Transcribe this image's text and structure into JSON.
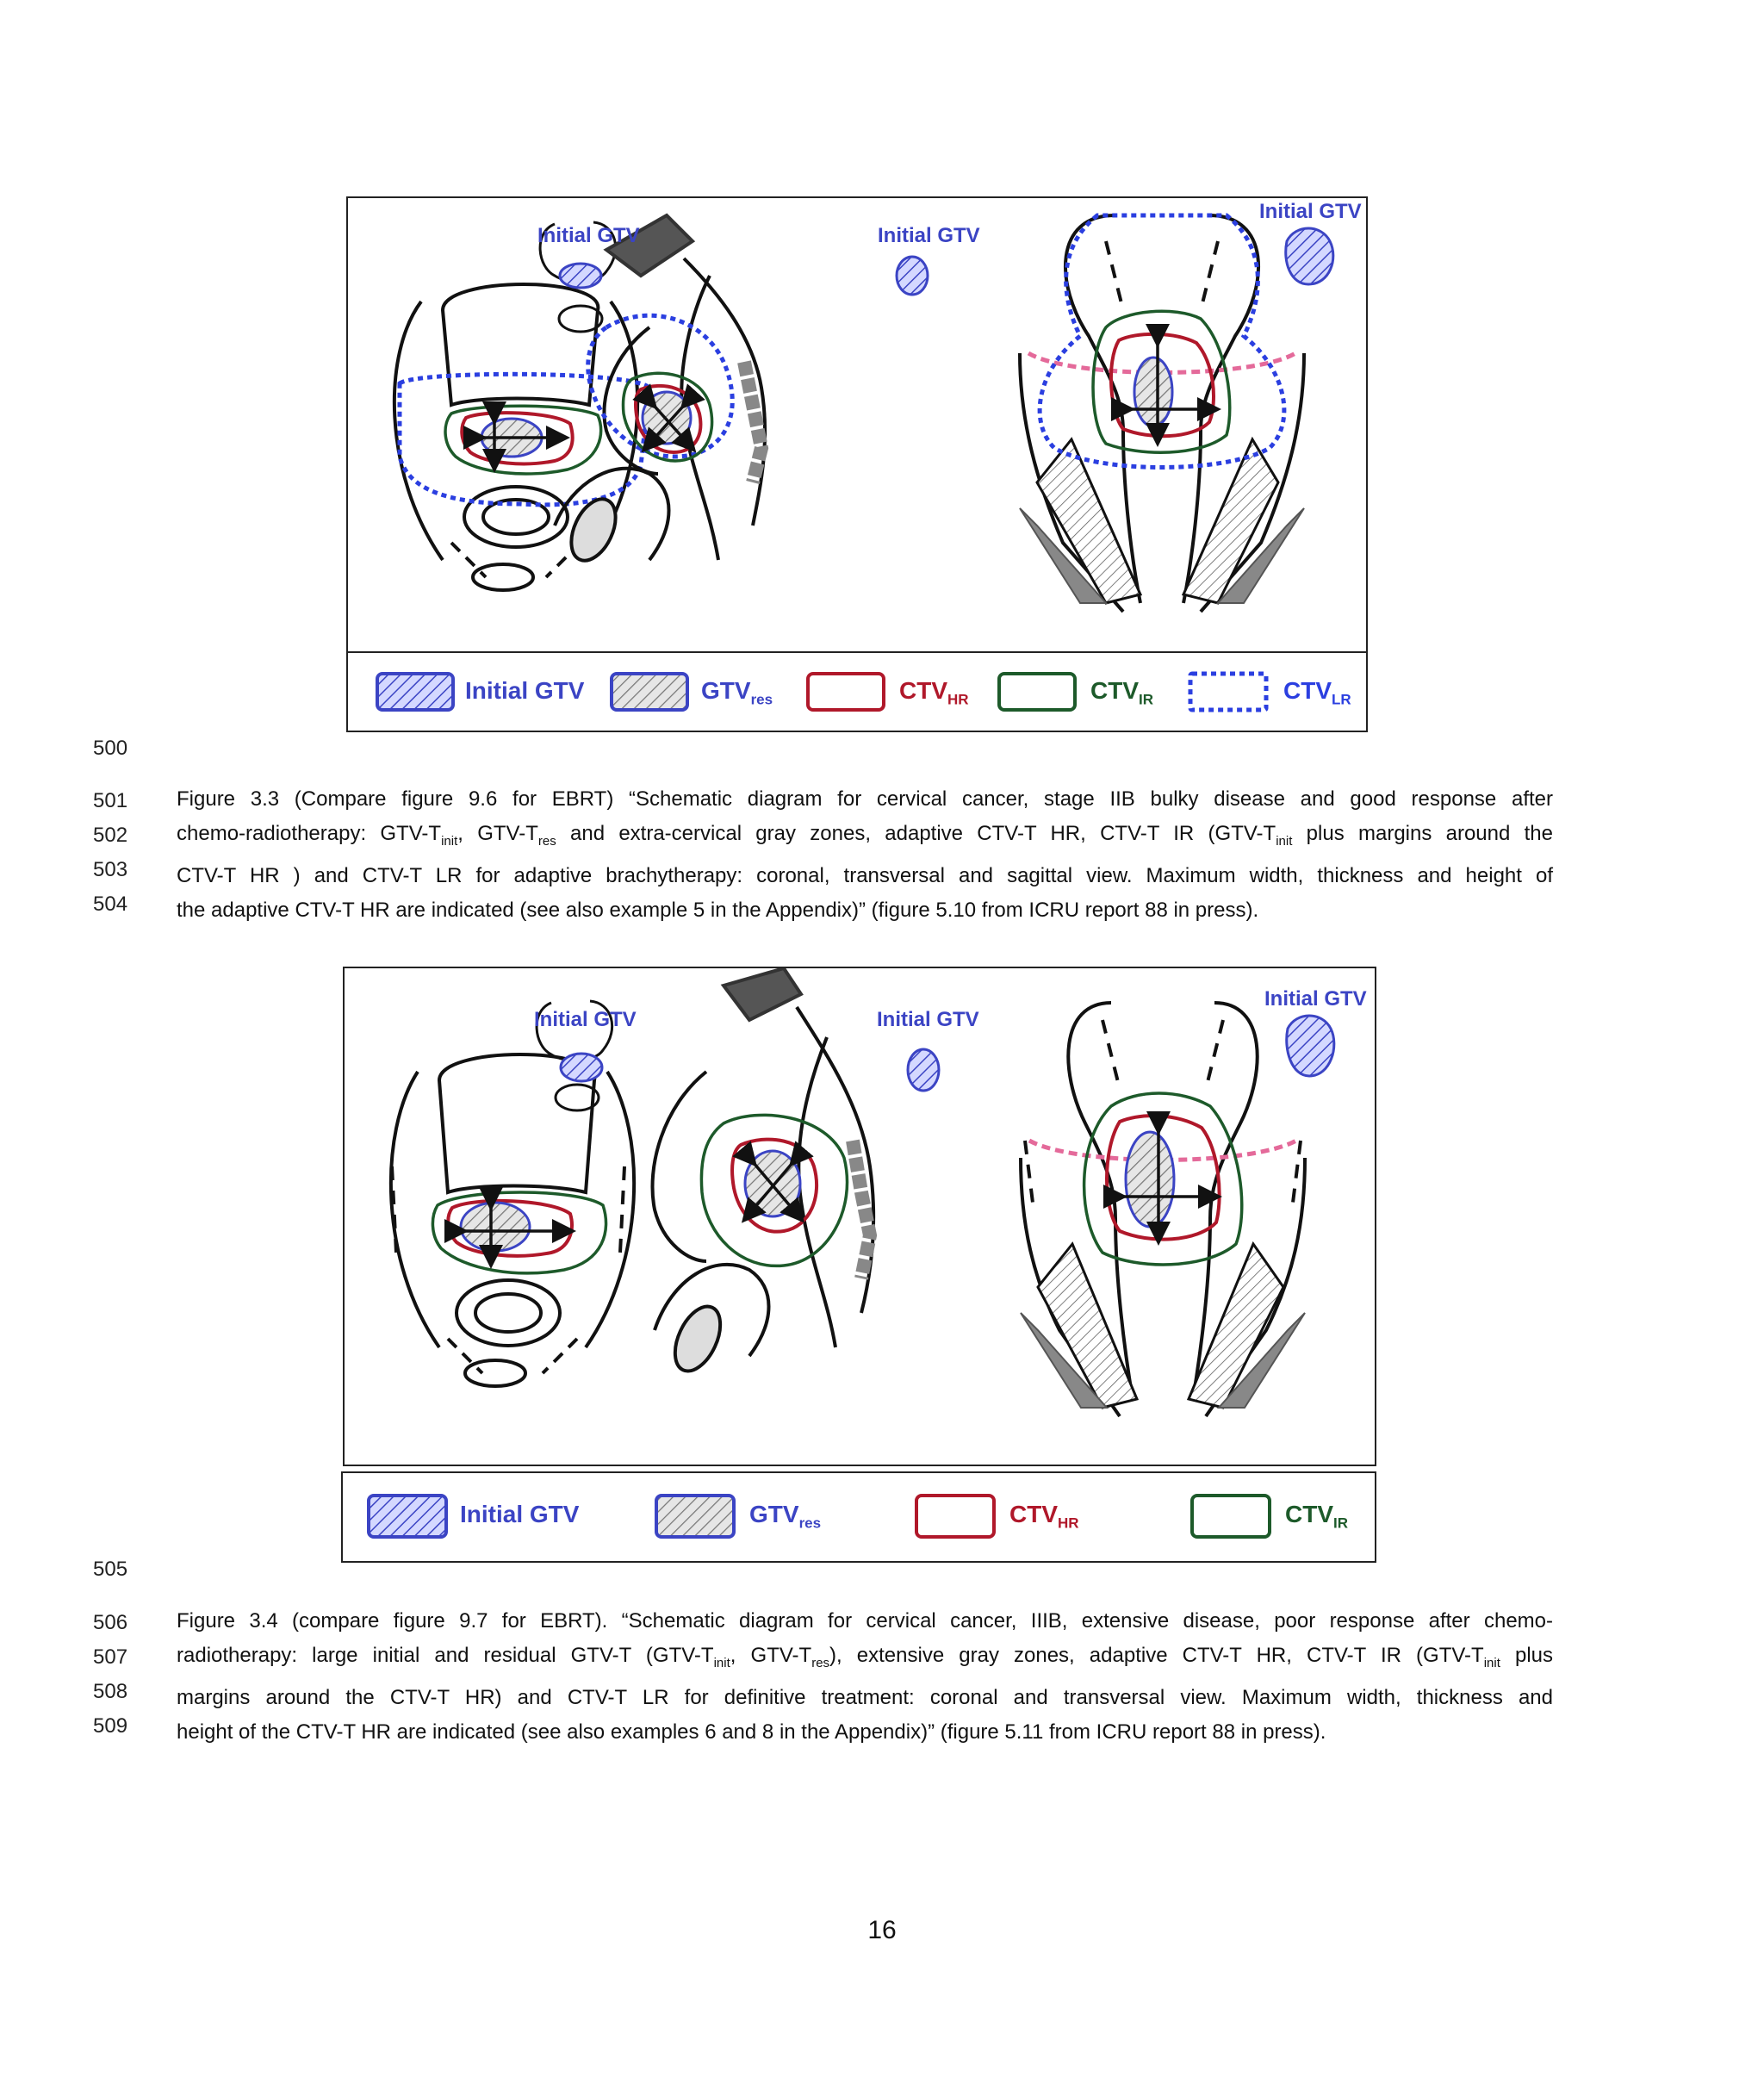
{
  "figures": [
    {
      "id": "fig-3-3",
      "panel_labels": [
        "Initial GTV",
        "Initial GTV",
        "Initial GTV"
      ],
      "legend": [
        {
          "label": "Initial GTV",
          "sub": ""
        },
        {
          "label": "GTV",
          "sub": "res"
        },
        {
          "label": "CTV",
          "sub": "HR"
        },
        {
          "label": "CTV",
          "sub": "IR"
        },
        {
          "label": "CTV",
          "sub": "LR"
        }
      ]
    },
    {
      "id": "fig-3-4",
      "panel_labels": [
        "Initial GTV",
        "Initial GTV",
        "Initial GTV"
      ],
      "legend": [
        {
          "label": "Initial GTV",
          "sub": ""
        },
        {
          "label": "GTV",
          "sub": "res"
        },
        {
          "label": "CTV",
          "sub": "HR"
        },
        {
          "label": "CTV",
          "sub": "IR"
        }
      ]
    }
  ],
  "line_numbers": {
    "l500": "500",
    "cap1": [
      "501",
      "502",
      "503",
      "504"
    ],
    "l505": "505",
    "cap2": [
      "506",
      "507",
      "508",
      "509"
    ]
  },
  "captions": {
    "fig33": {
      "line1": "Figure 3.3 (Compare figure 9.6 for EBRT) “Schematic diagram for cervical cancer, stage IIB bulky disease and good response after",
      "line2_a": "chemo-radiotherapy: GTV-T",
      "line2_sub1": "init",
      "line2_b": ", GTV-T",
      "line2_sub2": "res",
      "line2_c": " and extra-cervical gray zones, adaptive CTV-T HR, CTV-T IR (GTV-T",
      "line2_sub3": "init",
      "line2_d": " plus margins around the",
      "line3": "CTV-T HR ) and  CTV-T LR for adaptive brachytherapy: coronal, transversal and sagittal view. Maximum width, thickness and height of",
      "line4": "the adaptive CTV-T HR are indicated (see also example 5 in the Appendix)” (figure 5.10 from ICRU report 88 in press)."
    },
    "fig34": {
      "line1": "Figure 3.4 (compare figure 9.7 for EBRT). “Schematic diagram for cervical cancer, IIIB, extensive disease, poor response after chemo-",
      "line2_a": "radiotherapy: large initial and residual GTV-T (GTV-T",
      "line2_sub1": "init",
      "line2_b": ", GTV-T",
      "line2_sub2": "res",
      "line2_c": "), extensive gray zones, adaptive CTV-T HR, CTV-T IR (GTV-T",
      "line2_sub3": "init",
      "line2_d": " plus",
      "line3": "margins around the CTV-T HR) and CTV-T LR for definitive treatment: coronal and transversal view. Maximum width, thickness and",
      "line4": "height of the CTV-T HR are indicated (see also examples 6 and 8 in the Appendix)” (figure 5.11 from ICRU report 88 in press)."
    }
  },
  "page_number": "16",
  "colors": {
    "gtv_init": "#3b44c4",
    "ctv_hr": "#b0182a",
    "ctv_ir": "#1d5a2a",
    "ctv_lr": "#2b3fe0",
    "gray_zone": "#e46a9a",
    "outline": "#111111"
  }
}
